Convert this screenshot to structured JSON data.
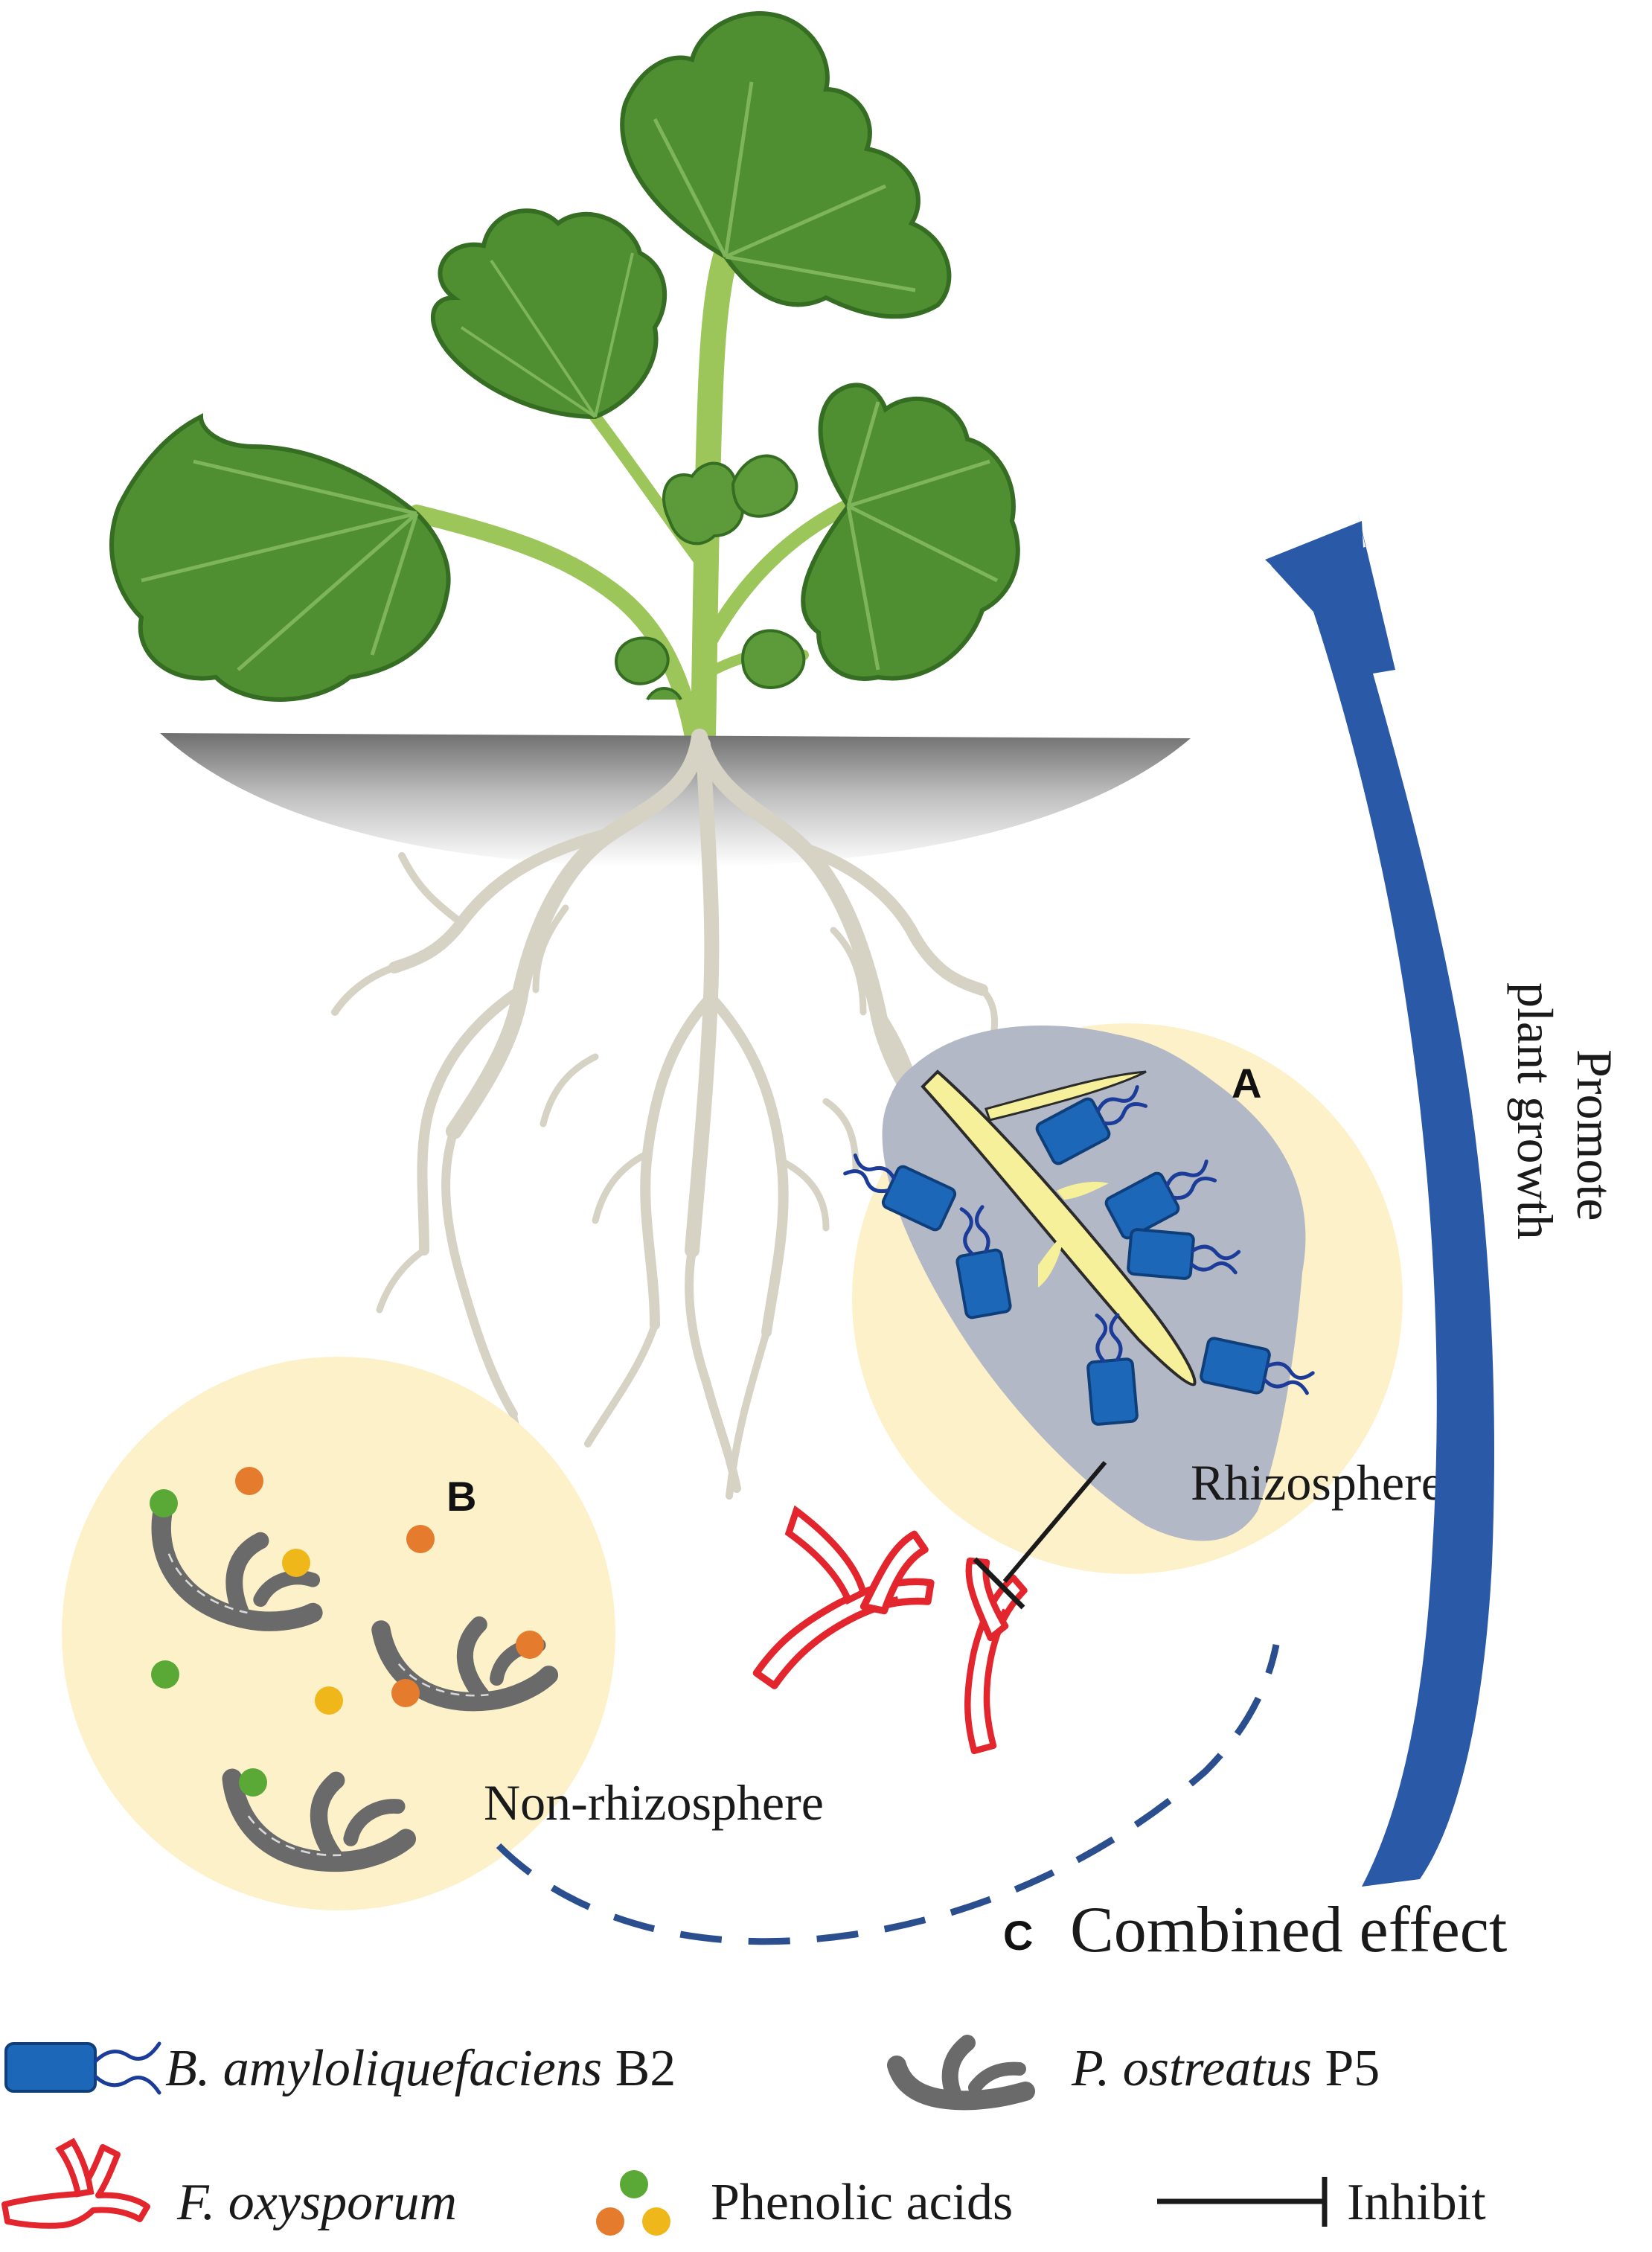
{
  "labels": {
    "panel_a": "A",
    "panel_b": "B",
    "panel_c": "C",
    "rhizosphere": "Rhizosphere",
    "non_rhizosphere": "Non-rhizosphere",
    "combined_effect": "Combined effect",
    "promote_line1": "Promote",
    "promote_line2": "plant growth"
  },
  "legend": {
    "bacteria_genus": "B. amyloliquefaciens",
    "bacteria_strain": "B2",
    "mushroom_genus": "P. ostreatus",
    "mushroom_strain": "P5",
    "pathogen": "F. oxysporum",
    "phenolic": "Phenolic acids",
    "inhibit": "Inhibit"
  },
  "colors": {
    "leaf": "#4f8f32",
    "leaf_dark": "#356d22",
    "stem": "#9cc55a",
    "root": "#d6d2c4",
    "circle_fill": "#fdf1c9",
    "halo": "#b3b8c6",
    "root_tip": "#f7f09a",
    "bacteria": "#1c67b8",
    "bacteria_flagella": "#1b3d99",
    "mycelium": "#6a6a6a",
    "pathogen": "#e3262d",
    "arrow": "#2a59a8",
    "dashed": "#2a4e8e",
    "phenolic_green": "#5aa937",
    "phenolic_orange": "#e57b2d",
    "phenolic_yellow": "#f0b71a"
  },
  "icons": [
    "bacteria-icon",
    "mycelium-icon",
    "pathogen-icon",
    "phenolic-acid-icon",
    "inhibit-icon"
  ]
}
